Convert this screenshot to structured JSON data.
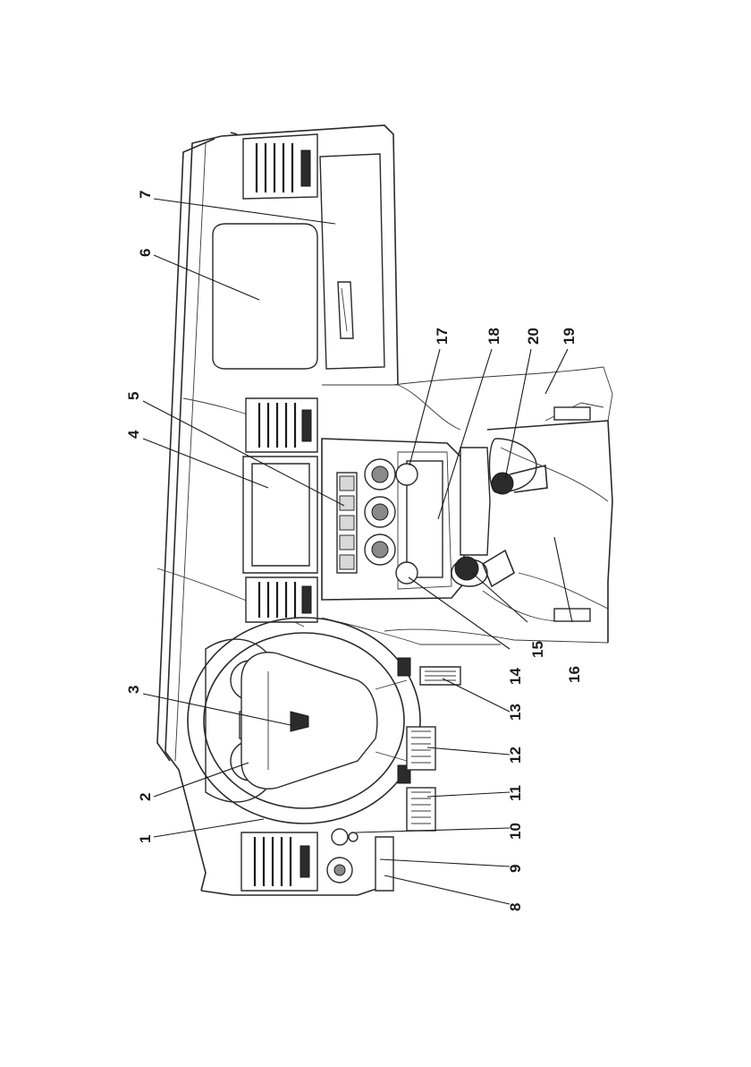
{
  "diagram": {
    "subject": "vehicle-dashboard-line-drawing",
    "orientation": "rotated-90-ccw",
    "callouts": [
      {
        "id": "c1",
        "label": "1"
      },
      {
        "id": "c2",
        "label": "2"
      },
      {
        "id": "c3",
        "label": "3"
      },
      {
        "id": "c4",
        "label": "4"
      },
      {
        "id": "c5",
        "label": "5"
      },
      {
        "id": "c6",
        "label": "6"
      },
      {
        "id": "c7",
        "label": "7"
      },
      {
        "id": "c8",
        "label": "8"
      },
      {
        "id": "c9",
        "label": "9"
      },
      {
        "id": "c10",
        "label": "10"
      },
      {
        "id": "c11",
        "label": "11"
      },
      {
        "id": "c12",
        "label": "12"
      },
      {
        "id": "c13",
        "label": "13"
      },
      {
        "id": "c14",
        "label": "14"
      },
      {
        "id": "c15",
        "label": "15"
      },
      {
        "id": "c16",
        "label": "16"
      },
      {
        "id": "c17",
        "label": "17"
      },
      {
        "id": "c18",
        "label": "18"
      },
      {
        "id": "c19",
        "label": "19"
      },
      {
        "id": "c20",
        "label": "20"
      }
    ]
  }
}
